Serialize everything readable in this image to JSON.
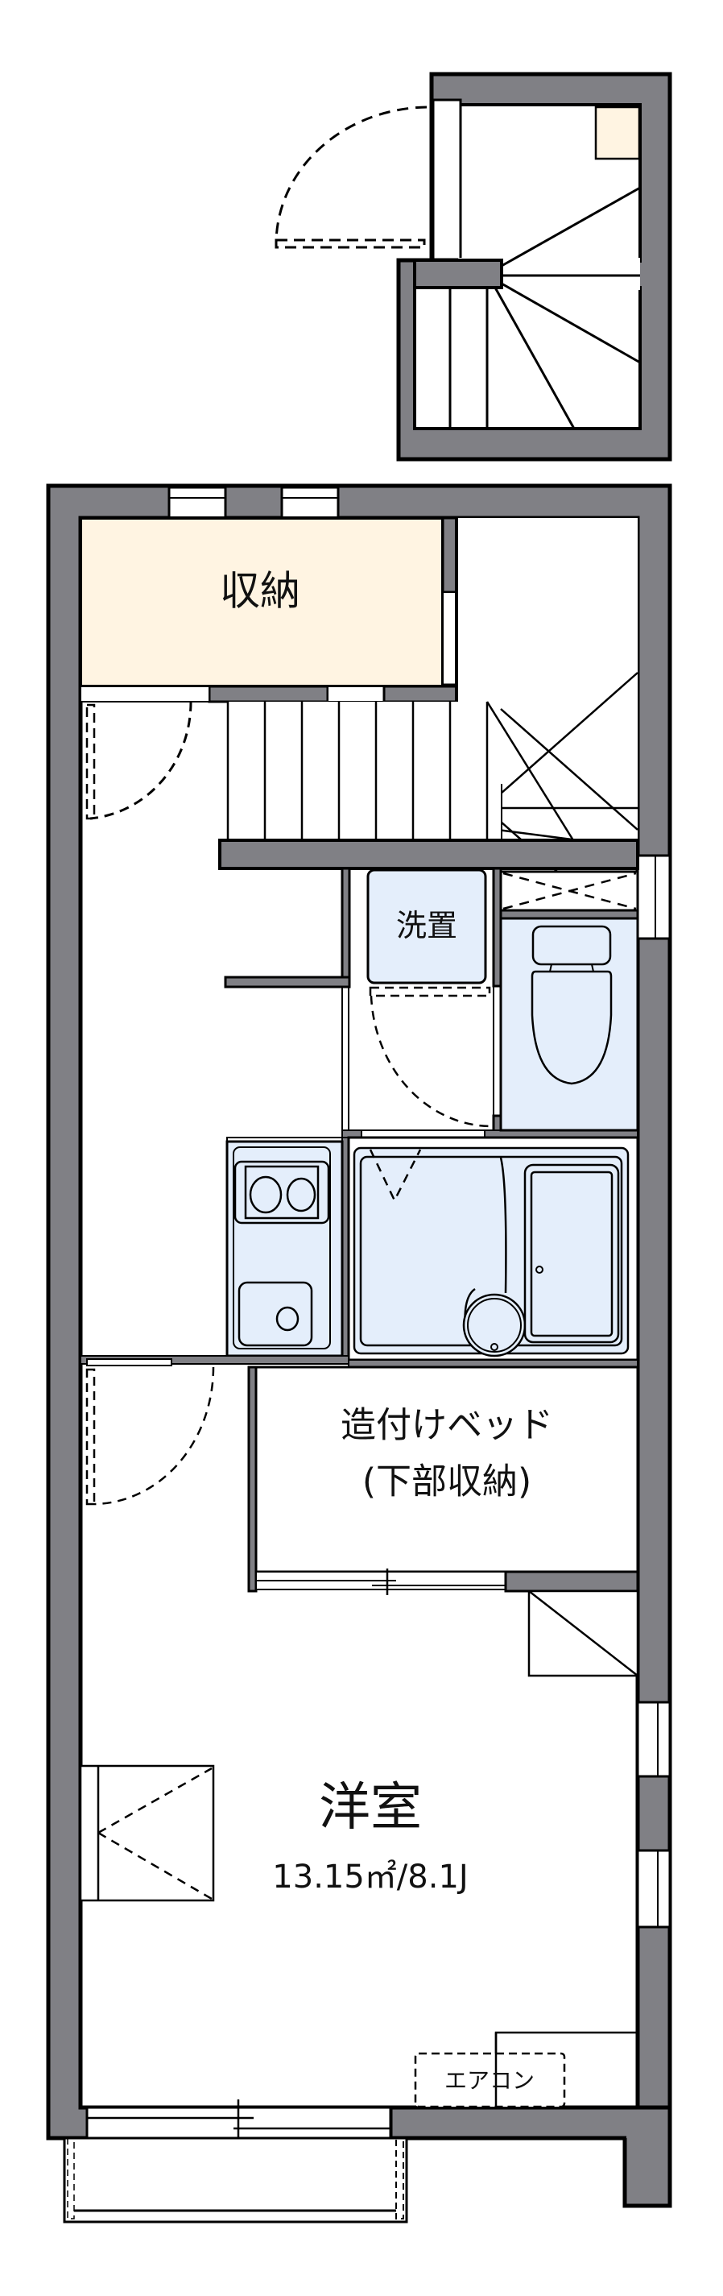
{
  "floorplan": {
    "colors": {
      "wall": "#808085",
      "storage_fill": "#fff4e2",
      "wet_fill": "#e4eefb",
      "line": "#000000",
      "background": "#ffffff"
    },
    "rooms": {
      "storage": {
        "label": "収納"
      },
      "washer": {
        "label": "洗置"
      },
      "built_in_bed": {
        "line1": "造付けベッド",
        "line2": "(下部収納)"
      },
      "western_room": {
        "label": "洋室",
        "area": "13.15㎡/8.1J"
      },
      "air_conditioner": {
        "label": "エアコン"
      }
    },
    "fixtures": [
      "staircase-upper",
      "staircase-main",
      "toilet",
      "kitchen-stove",
      "kitchen-sink",
      "unit-bath",
      "closet",
      "balcony"
    ]
  }
}
